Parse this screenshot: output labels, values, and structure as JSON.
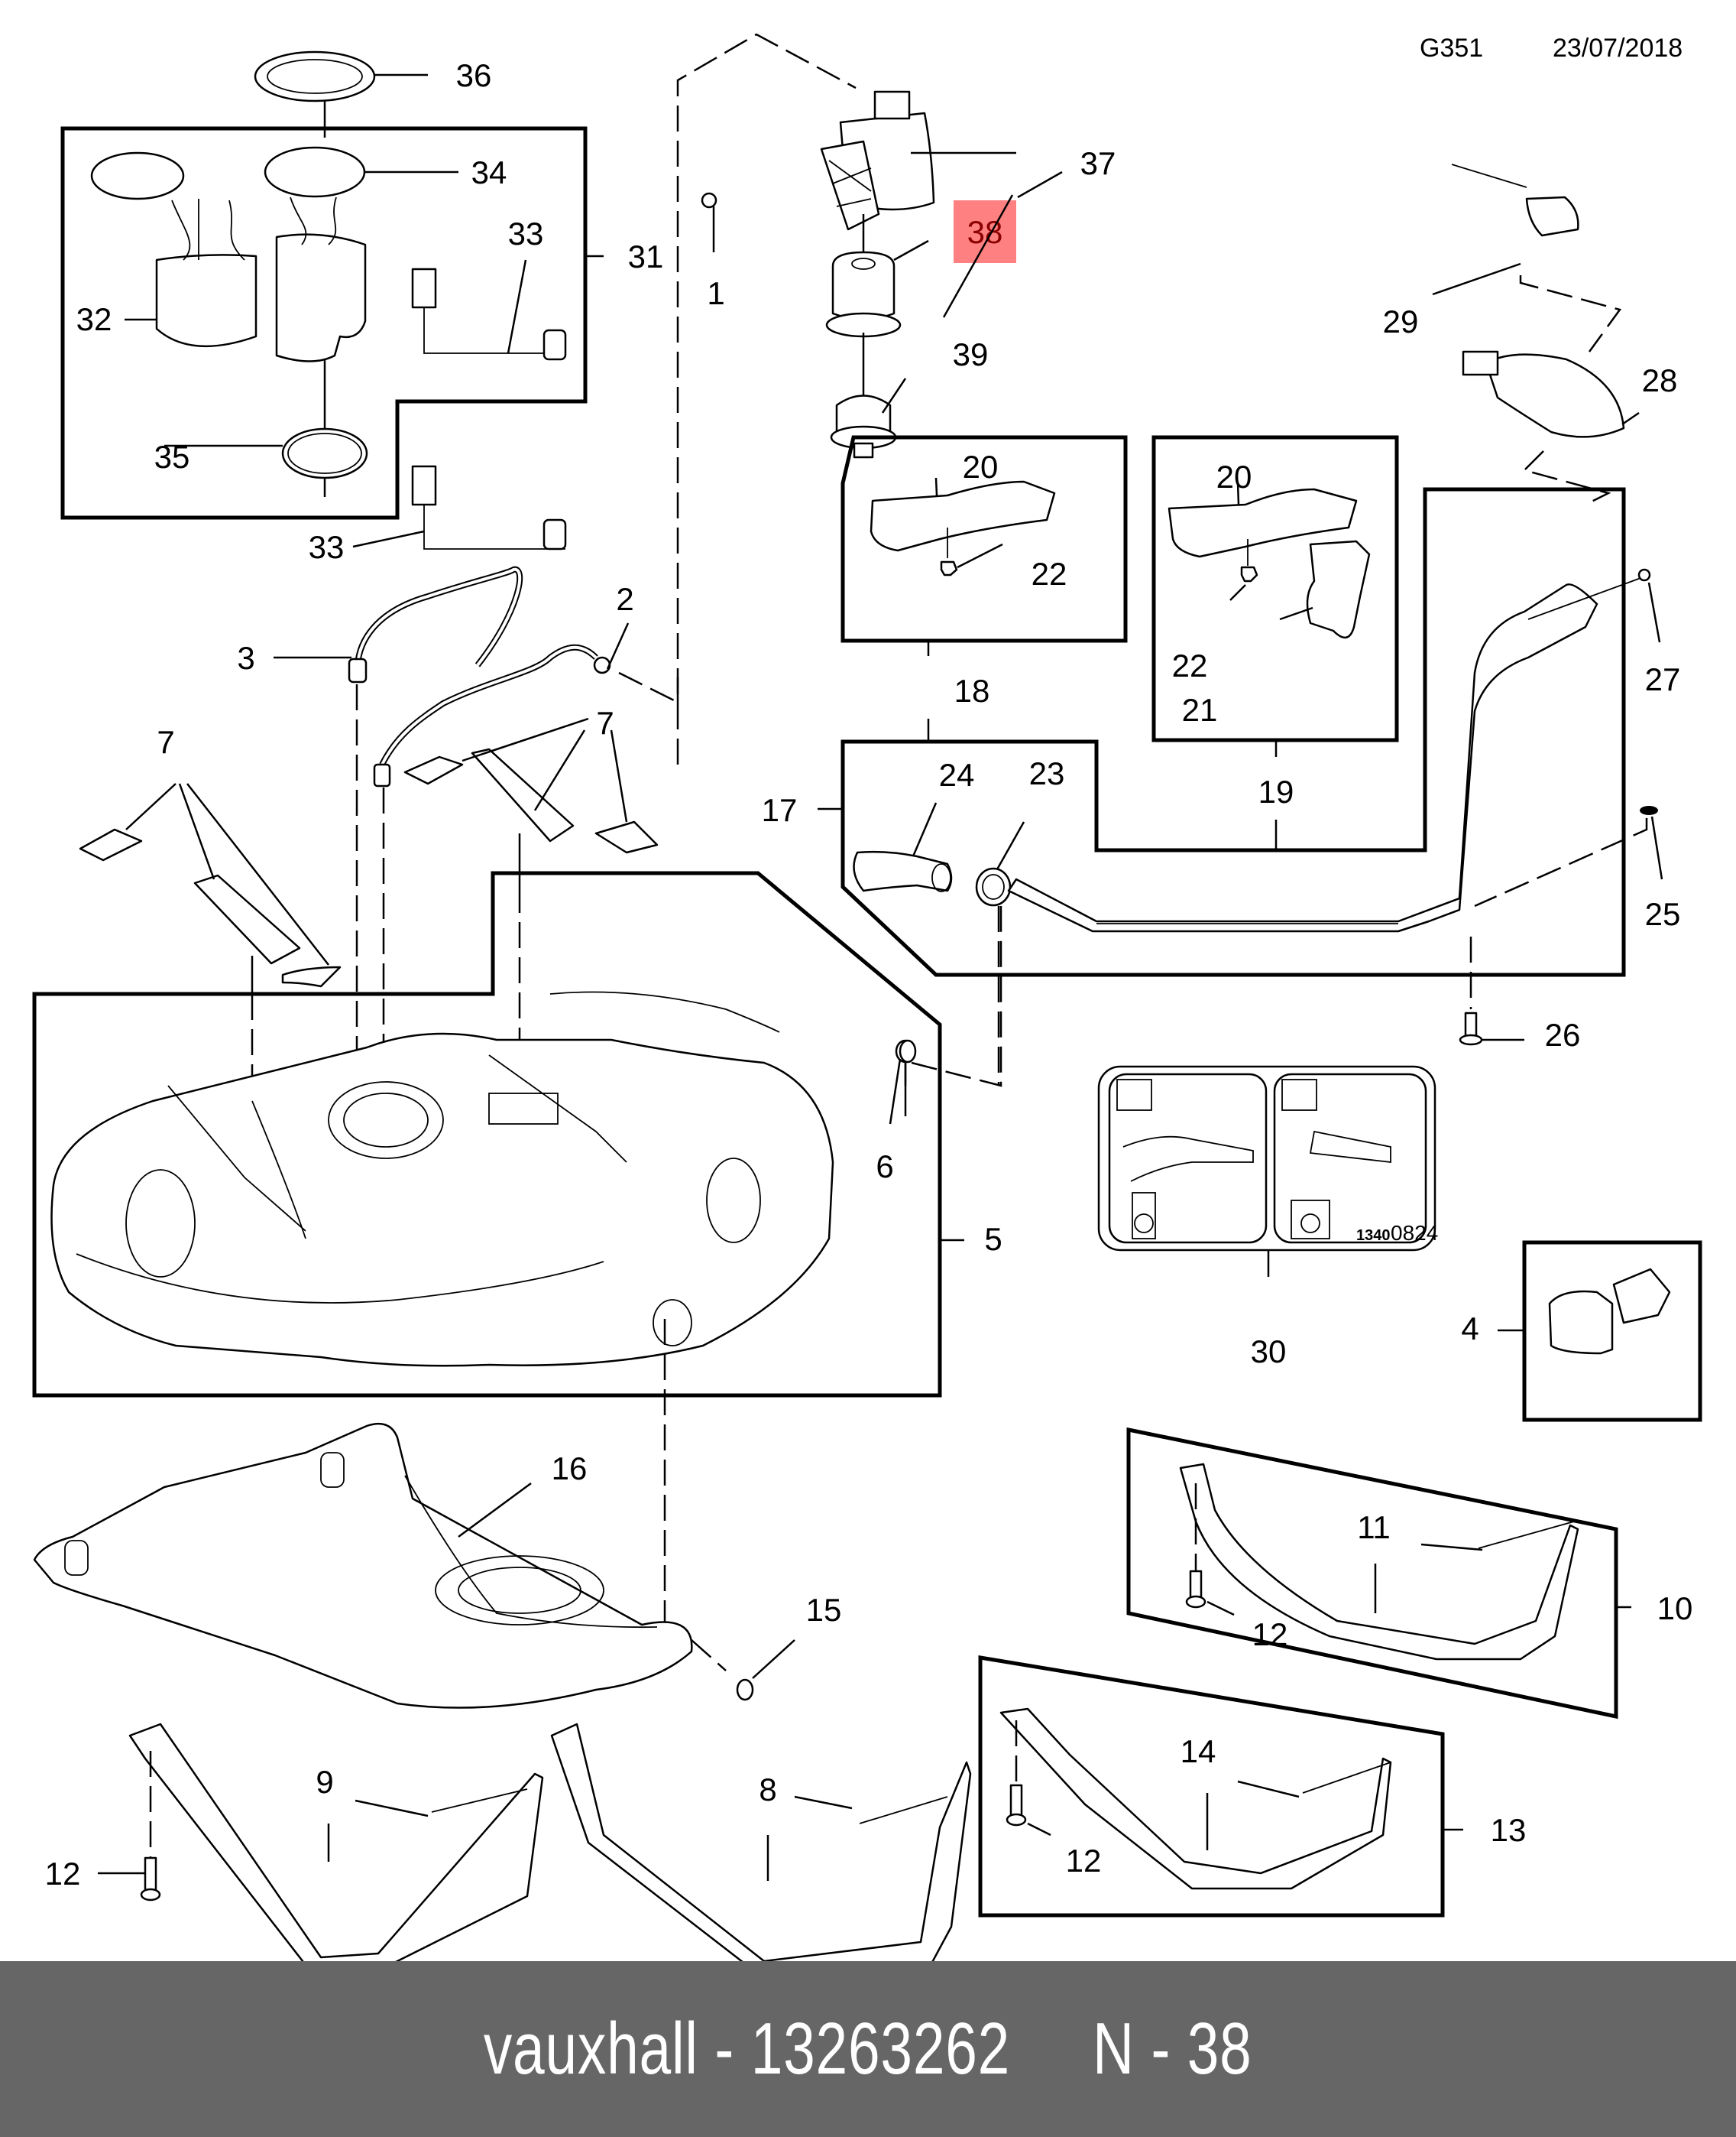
{
  "header": {
    "diagram_code": "G351",
    "date": "23/07/2018"
  },
  "highlight": {
    "part_number": "38",
    "color": "#ff8080",
    "text_color": "#8b0000"
  },
  "callouts": {
    "c1": "1",
    "c2": "2",
    "c3": "3",
    "c4": "4",
    "c5": "5",
    "c6": "6",
    "c7a": "7",
    "c7b": "7",
    "c8": "8",
    "c9": "9",
    "c10": "10",
    "c11": "11",
    "c12a": "12",
    "c12b": "12",
    "c12c": "12",
    "c13": "13",
    "c14": "14",
    "c15": "15",
    "c16": "16",
    "c17": "17",
    "c18": "18",
    "c19": "19",
    "c20a": "20",
    "c20b": "20",
    "c21": "21",
    "c22a": "22",
    "c22b": "22",
    "c23": "23",
    "c24": "24",
    "c25": "25",
    "c26": "26",
    "c27": "27",
    "c28": "28",
    "c29": "29",
    "c30": "30",
    "c31": "31",
    "c32": "32",
    "c33a": "33",
    "c33b": "33",
    "c34": "34",
    "c35": "35",
    "c36": "36",
    "c37": "37",
    "c39": "39"
  },
  "label_30": {
    "code_small": "1340",
    "code_large": "0824"
  },
  "footer": {
    "brand": "vauxhall",
    "part_number": "13263262",
    "position": "N - 38",
    "text": "vauxhall - 13263262     N - 38"
  },
  "colors": {
    "footer_bg": "#666666",
    "footer_text": "#ffffff"
  }
}
